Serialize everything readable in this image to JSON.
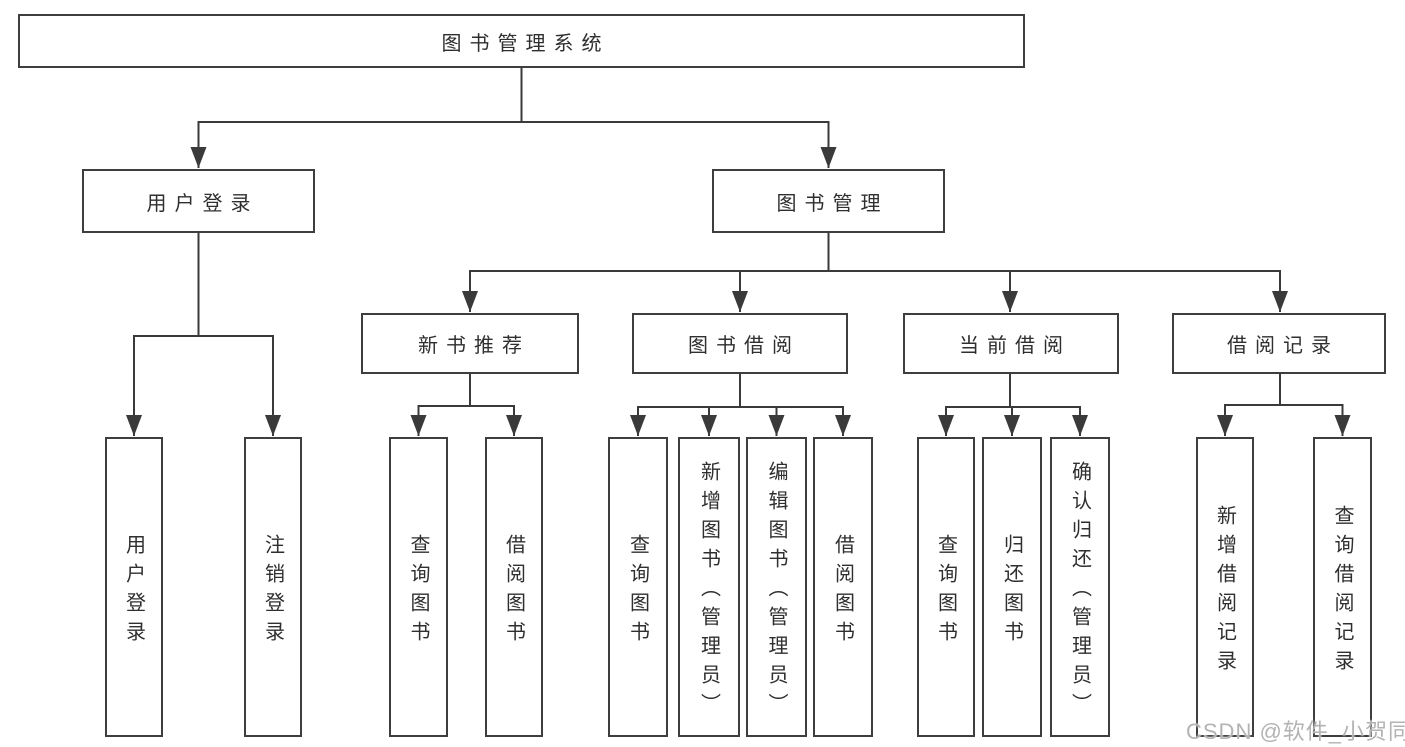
{
  "diagram": {
    "root": {
      "label": "图书管理系统"
    },
    "level2": [
      {
        "label": "用户登录"
      },
      {
        "label": "图书管理"
      }
    ],
    "level3": [
      {
        "label": "新书推荐"
      },
      {
        "label": "图书借阅"
      },
      {
        "label": "当前借阅"
      },
      {
        "label": "借阅记录"
      }
    ],
    "leaves": {
      "user_login": [
        "用户登录",
        "注销登录"
      ],
      "new_books": [
        "查询图书",
        "借阅图书"
      ],
      "book_borrow": [
        "查询图书",
        "新增图书（管理员）",
        "编辑图书（管理员）",
        "借阅图书"
      ],
      "current_borrow": [
        "查询图书",
        "归还图书",
        "确认归还（管理员）"
      ],
      "borrow_records": [
        "新增借阅记录",
        "查询借阅记录"
      ]
    }
  },
  "watermark": {
    "text": "CSDN @软件_小贺同学"
  },
  "colors": {
    "line": "#3a3a3a",
    "box_border": "#3e3e3e",
    "text": "#2f2f2f",
    "watermark": "#b3b3b3",
    "background": "#ffffff"
  }
}
